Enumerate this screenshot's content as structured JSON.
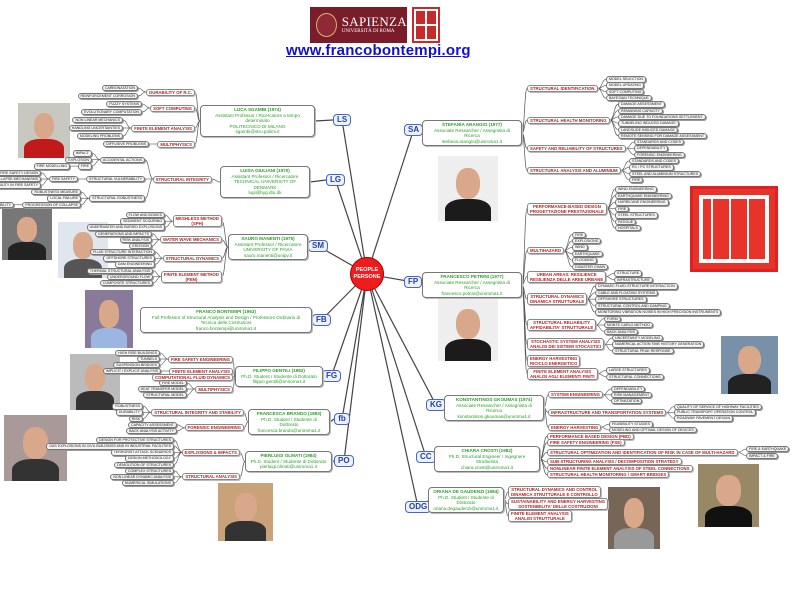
{
  "header": {
    "logo_title": "SAPIENZA",
    "logo_subtitle": "UNIVERSITÀ DI ROMA",
    "url": "www.francobontempi.org"
  },
  "center": {
    "line1": "PEOPLE",
    "line2": "PERSONE",
    "color": "#ee1c1c"
  },
  "people": [
    {
      "tag": "LS",
      "name": "LUCA SGAMBI (1974)",
      "role": "Assistant Professor / Ricercatore a tempo determinato",
      "affiliation": "POLITECNICO DI MILANO",
      "email": "sgambi@stru.polimi.it",
      "topics": [
        {
          "label": "DURABILITY OF R.C.",
          "children": [
            {
              "label": "CARBONATATION"
            },
            {
              "label": "REINFORCEMENT CORROSION"
            }
          ]
        },
        {
          "label": "SOFT COMPUTING",
          "children": [
            {
              "label": "FUZZY SYSTEMS"
            },
            {
              "label": "EVOLUTIONARY COMPUTATION"
            }
          ]
        },
        {
          "label": "FINITE ELEMENT ANALYSIS",
          "children": [
            {
              "label": "NON LINEAR MECHANICS"
            },
            {
              "label": "HANDLING UNCERTAINTIES"
            },
            {
              "label": "MODELING PROBLEMS"
            }
          ]
        },
        {
          "label": "MULTIPHYSICS",
          "children": [
            {
              "label": "DIFFUSIVE PROBLEMS"
            }
          ]
        }
      ]
    },
    {
      "tag": "LG",
      "name": "LUISA GIULIANI (1970)",
      "role": "Assistant Professor / Ricercatore",
      "affiliation": "TECHNICAL UNIVERSITY OF DENMARK",
      "email": "lugi@byg.dtu.dk",
      "topics": [
        {
          "label": "STRUCTURAL INTEGRITY",
          "children": [
            {
              "label": "ACCIDENTAL ACTIONS",
              "children": [
                {
                  "label": "IMPACT"
                },
                {
                  "label": "EXPLOSION"
                },
                {
                  "label": "FIRE",
                  "children": [
                    {
                      "label": "FIRE MODELLING"
                    }
                  ]
                }
              ]
            },
            {
              "label": "STRUCTURAL VULNERABILITY",
              "children": [
                {
                  "label": "FIRE SAFETY",
                  "children": [
                    {
                      "label": "STRUCTURAL FIRE SAFETY DESIGN"
                    },
                    {
                      "label": "FIRE-INDUCED COLLAPSE MECHANISMS"
                    },
                    {
                      "label": "SUSTAINABILITY IN FIRE SAFETY"
                    }
                  ]
                }
              ]
            },
            {
              "label": "STRUCTURAL ROBUSTNESS",
              "children": [
                {
                  "label": "ROBUSTNESS MEASURE"
                },
                {
                  "label": "LOCAL FAILURE"
                },
                {
                  "label": "PROGRESSION OF COLLAPSE",
                  "children": [
                    {
                      "label": "COLLAPSE SUSCEPTIBILITY"
                    }
                  ]
                }
              ]
            }
          ]
        }
      ]
    },
    {
      "tag": "SM",
      "name": "SAURO MANENTI (1975)",
      "role": "Assistant Professor / Ricercatore",
      "affiliation": "UNIVERSITY OF PAVIA",
      "email": "sauro.manenti@unipv.it",
      "topics": [
        {
          "label": "MESHLESS METHOD\n(SPH)",
          "children": [
            {
              "label": "FLOW AND BODIES"
            },
            {
              "label": "SEDIMENT SCOURING"
            },
            {
              "label": "UNDERWATER AND BURIED EXPLOSIONS"
            }
          ]
        },
        {
          "label": "WATER WAVE MECHANICS",
          "children": [
            {
              "label": "GENERATIONS AND IMPACTS"
            },
            {
              "label": "RISK ANALYSIS"
            },
            {
              "label": "EROSION"
            }
          ]
        },
        {
          "label": "STRUCTURAL DYNAMICS",
          "children": [
            {
              "label": "FLUID STRUCTURE INTERACTION"
            },
            {
              "label": "OFFSHORE STRUCTURES"
            },
            {
              "label": "DAM ENGINEERING"
            }
          ]
        },
        {
          "label": "FINITE ELEMENT METHOD\n(FEM)",
          "children": [
            {
              "label": "THERMAL STRUCTURAL ANALYSIS"
            },
            {
              "label": "UNDERGROUND FLOW"
            },
            {
              "label": "COMPOSITE STRUCTURES"
            }
          ]
        }
      ]
    },
    {
      "tag": "FB",
      "name": "FRANCO BONTEMPI (1963)",
      "role": "Full Professor of Structural Analysis and Design / Professore Ordinario di Tecnica delle Costruzioni",
      "email": "franco.bontempi@uniroma1.it",
      "topics": []
    },
    {
      "tag": "FG",
      "name": "FILIPPO GENTILI (1983)",
      "role": "Ph.D. Student / Studente di Dottorato",
      "email": "filippo.gentili@uniroma1.it",
      "topics": [
        {
          "label": "FIRE SAFETY ENGINEERING",
          "children": [
            {
              "label": "HIGH RISE BUILDINGS"
            },
            {
              "label": "TUNNELS"
            },
            {
              "label": "SUSPENSION BRIDGES"
            }
          ]
        },
        {
          "label": "FINITE ELEMENT ANALYSIS",
          "children": [
            {
              "label": "IMPLICIT / EXPLICIT ANALYSIS"
            }
          ]
        },
        {
          "label": "COMPUTATIONAL FLUID DYNAMICS"
        },
        {
          "label": "MULTIPHYSICS",
          "children": [
            {
              "label": "FIRE MODEL"
            },
            {
              "label": "HEAT TRANSFER MODEL"
            },
            {
              "label": "STRUCTURAL MODEL"
            }
          ]
        }
      ]
    },
    {
      "tag": "fb",
      "name": "FRANCESCA BRANDO (1983)",
      "role": "Ph.D. Student / Studente di Dottorato",
      "email": "francesca.brando@uniroma1.it",
      "topics": [
        {
          "label": "STRUCTURAL INTEGRITY AND STABILITY",
          "children": [
            {
              "label": "ROBUSTNESS"
            },
            {
              "label": "DURABILITY"
            },
            {
              "label": "RISK"
            }
          ]
        },
        {
          "label": "FORENSIC ENGINEERING",
          "children": [
            {
              "label": "CAPACITY ASSESSMENT"
            },
            {
              "label": "BACK ANALYSIS ACTIVITY"
            }
          ]
        }
      ]
    },
    {
      "tag": "PO",
      "name": "PIERLUIGI OLMATI (1984)",
      "role": "Ph.D. Student / Studente di Dottorato",
      "email": "pierluigi.olmati@uniroma1.it",
      "topics": [
        {
          "label": "EXPLOSIONS & IMPACTS",
          "children": [
            {
              "label": "DESIGN FOR PROTECTIVE STRUCTURES"
            },
            {
              "label": "GAS EXPLOSIONS IN CIVIL BUILDINGS AND IN INDUSTRIAL FACILITIES"
            },
            {
              "label": "TERRORIST ATTACK SCENARIOS"
            },
            {
              "label": "DESIGN METHODOLOGY"
            },
            {
              "label": "DEMOLITION OF STRUCTURES"
            }
          ]
        },
        {
          "label": "STRUCTURAL ANALYSIS",
          "children": [
            {
              "label": "COMPLEX STRUCTURES"
            },
            {
              "label": "NON LINEAR DYNAMIC ANALYSIS"
            },
            {
              "label": "NUMERICAL SIMULATIONS"
            }
          ]
        }
      ]
    },
    {
      "tag": "SA",
      "name": "STEFANIA ARANGIO (1977)",
      "role": "Associate Researcher / Assegnista di Ricerca",
      "email": "stefania.arangio@uniroma1.it",
      "topics": [
        {
          "label": "STRUCTURAL IDENTIFICATION",
          "children": [
            {
              "label": "MODEL SELECTION"
            },
            {
              "label": "MODEL UPDATING"
            },
            {
              "label": "SOFT COMPUTING"
            },
            {
              "label": "BAYESIAN TECHNIQUE"
            }
          ]
        },
        {
          "label": "STRUCTURAL HEALTH MONITORING",
          "children": [
            {
              "label": "DAMAGE ASSESSMENT"
            },
            {
              "label": "REMAINING CAPACITY"
            },
            {
              "label": "DAMAGE DUE TO FOUNDATIONS SETTLEMENT"
            },
            {
              "label": "TUNNELING INDUCED DAMAGE"
            },
            {
              "label": "LANDSLIDE INDUCED DAMAGE"
            },
            {
              "label": "REMOTE SENSING FOR DAMAGE ASSESSMENT"
            }
          ]
        },
        {
          "label": "SAFETY AND RELIABILITY OF STRUCTURES",
          "children": [
            {
              "label": "STANDARDS AND CODES"
            },
            {
              "label": "DEPENDABILITY"
            },
            {
              "label": "FORENSIC ENGINEERING"
            }
          ]
        },
        {
          "label": "STRUCTURAL ANALYSIS AND ALUMINIUM",
          "children": [
            {
              "label": "STANDARDS AND CODES"
            },
            {
              "label": "RC / PC STRUCTURES"
            },
            {
              "label": "STEEL AND ALUMINIUM STRUCTURES"
            },
            {
              "label": "FIRE"
            }
          ]
        }
      ]
    },
    {
      "tag": "FP",
      "name": "FRANCESCO PETRINI (1977)",
      "role": "Associate Researcher / Assegnista di Ricerca",
      "email": "francesco.petrini@uniroma1.it",
      "topics": [
        {
          "label": "PERFORMANCE-BASED DESIGN\nPROGETTAZIONE PRESTAZIONALE",
          "children": [
            {
              "label": "WIND ENGINEERING"
            },
            {
              "label": "EARTHQUAKE ENGINEERING"
            },
            {
              "label": "HURRICANE ENGINEERING"
            },
            {
              "label": "FIRE"
            },
            {
              "label": "STEEL STRUCTURES"
            },
            {
              "label": "FATIGUE"
            },
            {
              "label": "HOSPITALS"
            }
          ]
        },
        {
          "label": "MULTIHAZARD",
          "children": [
            {
              "label": "FIRE"
            },
            {
              "label": "EXPLOSIONS"
            },
            {
              "label": "WIND"
            },
            {
              "label": "EARTHQUAKE"
            },
            {
              "label": "FLOODING"
            },
            {
              "label": "DISASTER CHAIN"
            }
          ]
        },
        {
          "label": "URBAN AREAS: RESILIENCE\nRESILIENZA DELLE AREE URBANE",
          "children": [
            {
              "label": "STRUCTURE"
            },
            {
              "label": "INFRASTRUCTURE"
            }
          ]
        },
        {
          "label": "STRUCTURAL DYNAMICS\nDINAMICA STRUTTURALE",
          "children": [
            {
              "label": "DYNAMIC FLUID-STRUCTURE INTERACTION"
            },
            {
              "label": "CABLE AND FLOATING SYSTEMS"
            },
            {
              "label": "OFFSHORE STRUCTURES"
            },
            {
              "label": "STRUCTURAL CONTROL AND DAMPING"
            },
            {
              "label": "MONITORING VIBRATION NOISES IN HIGH PRECISION INSTRUMENTS"
            }
          ]
        },
        {
          "label": "STRUCTURAL RELIABILITY\nAFFIDABILITA' STRUTTURALE",
          "children": [
            {
              "label": "FORM"
            },
            {
              "label": "MONTE CARLO METHOD"
            },
            {
              "label": "BACK ANALYSIS"
            }
          ]
        },
        {
          "label": "STOCHASTIC SYSTEM ANALYSIS\nANALISI DEI SISTEMI STOCASTICI",
          "children": [
            {
              "label": "UNCERTAINTY MODELING"
            },
            {
              "label": "NUMERICAL ACTION TIME HISTORY GENERATION"
            },
            {
              "label": "STRUCTURAL PEAK RESPONSE"
            }
          ]
        },
        {
          "label": "ENERGY HARVESTING\nRICICLO ENERGETICO"
        },
        {
          "label": "FINITE ELEMENT ANALYSIS\nANALISI AGLI ELEMENTI FINITI",
          "children": [
            {
              "label": "LARGE STRUCTURES"
            },
            {
              "label": "STRUCTURAL CONNECTIONS"
            }
          ]
        }
      ]
    },
    {
      "tag": "KG",
      "name": "KONSTANTINOS GKOUMAS (1974)",
      "role": "Associate Researcher / Assegnista di Ricerca",
      "email": "konstantinos.gkoumas@uniroma1.it",
      "topics": [
        {
          "label": "SYSTEM ENGINEERING",
          "children": [
            {
              "label": "DEPENDABILITY"
            },
            {
              "label": "RISK MANAGEMENT"
            },
            {
              "label": "OPTIMIZATION"
            }
          ]
        },
        {
          "label": "INFRASTRUCTURE AND TRANSPORTATION SYSTEMS",
          "children": [
            {
              "label": "QUALITY OF SERVICE OF HIGHWAY FACILITIES"
            },
            {
              "label": "PUBLIC TRANSPORT OPERATION CONTROL"
            },
            {
              "label": "ROADWAY PAVEMENT DESIGN"
            }
          ]
        },
        {
          "label": "ENERGY HARVESTING",
          "children": [
            {
              "label": "FEASIBILITY STUDIES"
            },
            {
              "label": "MODELING AND OPTIMAL DESIGN OF DEVICES"
            }
          ]
        }
      ]
    },
    {
      "tag": "CC",
      "name": "CHIARA CROSTI (1982)",
      "role": "Ph.D. Structural Engineer / Ingegnere Strutturista",
      "email": "chiara.crosti@uniroma1.it",
      "topics": [
        {
          "label": "PERFORMANCE BASED DESIGN (PBD)"
        },
        {
          "label": "FIRE SAFETY ENGINEERING (FSE)"
        },
        {
          "label": "STRUCTURAL OPTIMIZATION AND IDENTIFICATION OF RISK IN CASE OF MULTI-HAZARD",
          "children": [
            {
              "label": "FIRE & EARTHQUAKE"
            },
            {
              "label": "IMPACT & FIRE"
            }
          ]
        },
        {
          "label": "SUB-STRUCTURING ANALYSIS / DECOMPOSITION STRATEGY"
        },
        {
          "label": "NONLINEAR FINITE ELEMENT ANALYSIS OF STEEL CONNECTIONS"
        },
        {
          "label": "STRUCTURAL HEALTH MONITORING / SMART BRIDGES"
        }
      ]
    },
    {
      "tag": "ODG",
      "name": "ORIANA DE GAUDENZI (1984)",
      "role": "Ph.D. Student / Studente di Dottorato",
      "email": "oriana.degaudenzi@uniroma1.it",
      "topics": [
        {
          "label": "STRUCTURAL DYNAMICS AND CONTROL\nDINAMICA STRUTTURALE E CONTROLLO"
        },
        {
          "label": "SUSTAINABILITY AND ENERGY HARVESTING\nSOSTENIBILITA' DELLE COSTRUZIONI"
        },
        {
          "label": "FINITE ELEMENT ANALYSIS\nANALISI STRUTTURALE"
        }
      ]
    }
  ]
}
